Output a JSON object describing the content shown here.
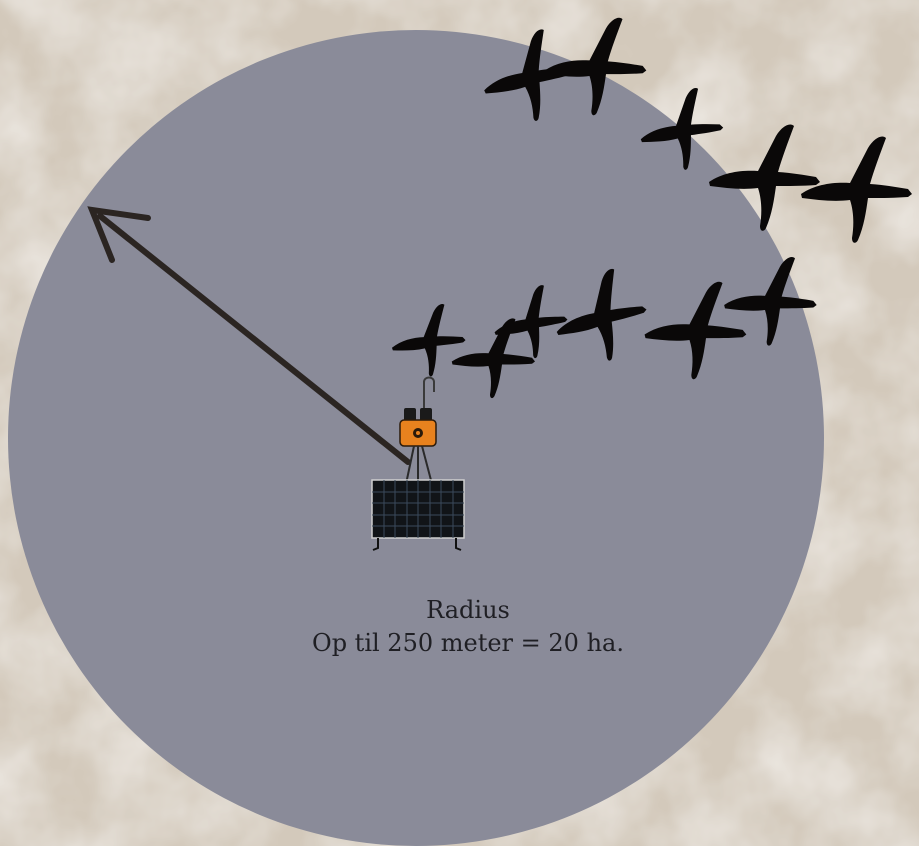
{
  "labels": {
    "radius_title": "Radius",
    "radius_detail": "Op til 250 meter = 20 ha."
  },
  "colors": {
    "background": "#d9d0c3",
    "coverage_area": "#8a8b99",
    "arrow": "#2b2522",
    "birds": "#0a0808",
    "device_body": "#e8821e",
    "solar_panel": "#111418"
  },
  "icons": {
    "radius_arrow": "arrow-icon",
    "birds": "goose-silhouette-icon",
    "device": "deterrent-device-icon",
    "solar_panel": "solar-panel-icon"
  },
  "bird_count": 11
}
